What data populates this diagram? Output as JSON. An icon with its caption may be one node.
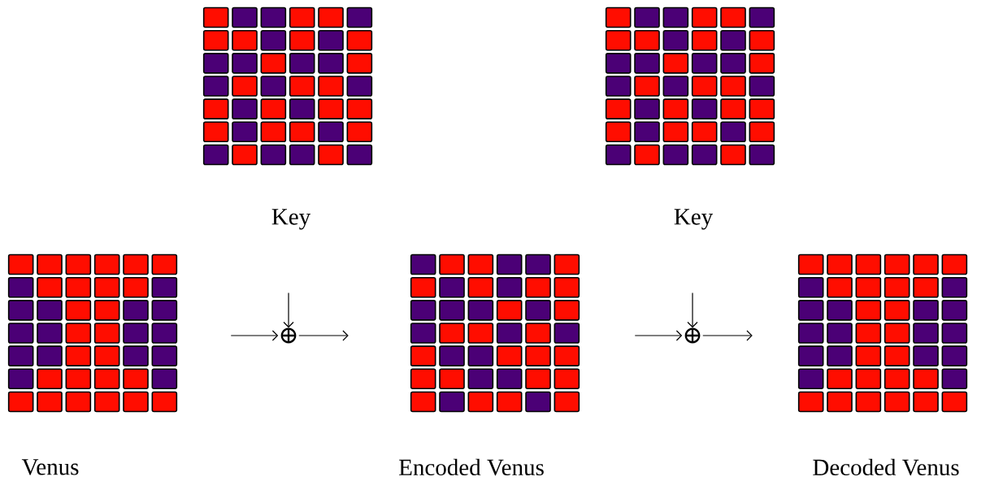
{
  "diagram": {
    "nodes": [
      {
        "text": [],
        "shape": "grid",
        "beside": [
          "Key"
        ]
      },
      {
        "text": [],
        "shape": "grid",
        "beside": [
          "Key"
        ]
      },
      {
        "text": [],
        "shape": "grid",
        "beside": [
          "Venus"
        ]
      },
      {
        "text": [
          "⊕"
        ]
      },
      {
        "text": [],
        "shape": "grid",
        "beside": [
          "Encoded Venus"
        ]
      },
      {
        "text": [
          "⊕"
        ]
      },
      {
        "text": [],
        "shape": "grid",
        "beside": [
          "Decoded Venus"
        ]
      }
    ],
    "edges": [
      {
        "from": null,
        "to": 3,
        "arrow": "to"
      },
      {
        "from": null,
        "to": 3,
        "arrow": "to"
      },
      {
        "from": 3,
        "to": null,
        "arrow": "to"
      },
      {
        "from": null,
        "to": 5,
        "arrow": "to"
      },
      {
        "from": null,
        "to": 5,
        "arrow": "to"
      },
      {
        "from": 5,
        "to": null,
        "arrow": "to"
      }
    ]
  }
}
